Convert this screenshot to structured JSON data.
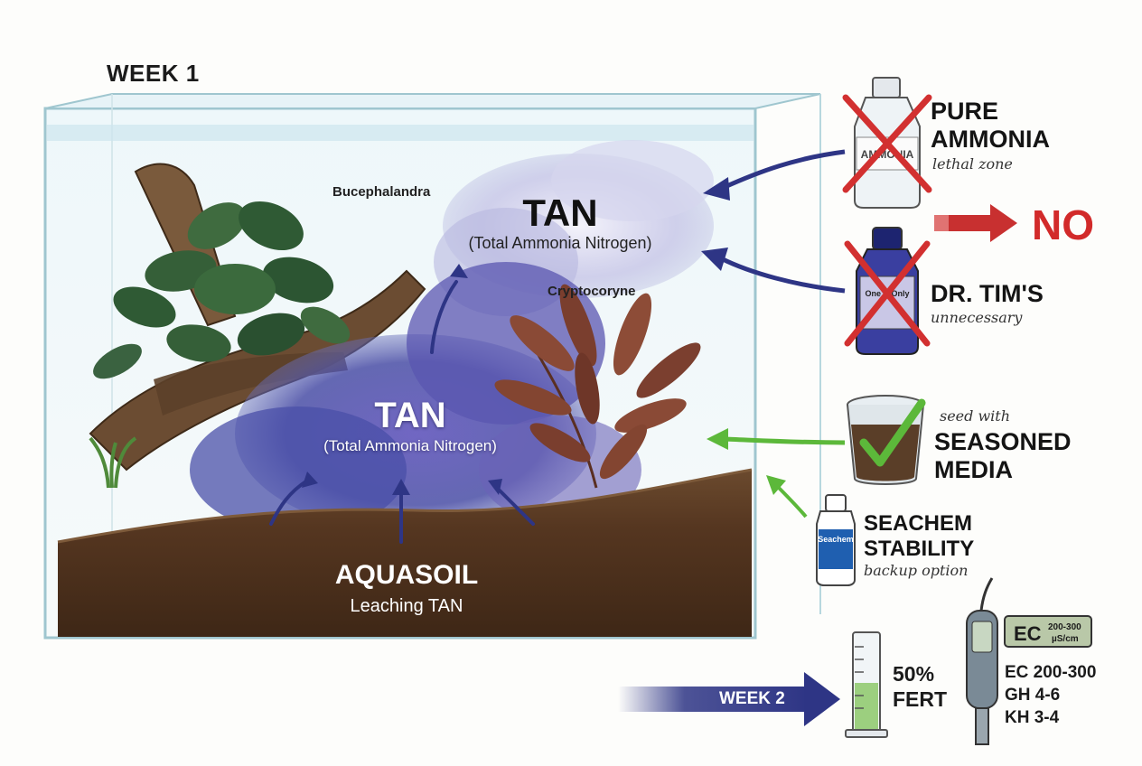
{
  "week1_label": "WEEK 1",
  "plants": {
    "left": "Bucephalandra",
    "right": "Cryptocoryne"
  },
  "tan_top": {
    "title": "TAN",
    "subtitle": "(Total Ammonia Nitrogen)"
  },
  "tan_middle": {
    "title": "TAN",
    "subtitle": "(Total Ammonia Nitrogen)"
  },
  "soil": {
    "title": "AQUASOIL",
    "subtitle": "Leaching TAN"
  },
  "pure_ammonia": {
    "title_line1": "PURE",
    "title_line2": "AMMONIA",
    "note": "lethal zone",
    "bottle_label": "AMMONIA"
  },
  "no_label": "NO",
  "dr_tims": {
    "title": "DR. TIM'S",
    "note": "unnecessary",
    "bottle_label": "One & Only"
  },
  "seasoned_media": {
    "note": "seed with",
    "title_line1": "SEASONED",
    "title_line2": "MEDIA"
  },
  "stability": {
    "title_line1": "SEACHEM",
    "title_line2": "STABILITY",
    "note": "backup option",
    "bottle_label": "Seachem"
  },
  "week2_label": "WEEK 2",
  "fert": {
    "line1": "50%",
    "line2": "FERT"
  },
  "meter": {
    "display_big": "EC",
    "display_small_top": "200-300",
    "display_small_bottom": "µS/cm"
  },
  "params": {
    "ec": "EC 200-300",
    "gh": "GH 4-6",
    "kh": "KH 3-4"
  },
  "colors": {
    "tan_cloud": "#4a4fa8",
    "soil": "#5a3a22",
    "arrow_blue": "#2e3585",
    "arrow_green": "#5cb83a",
    "cross_red": "#d23030",
    "no_red": "#d22a2a"
  }
}
